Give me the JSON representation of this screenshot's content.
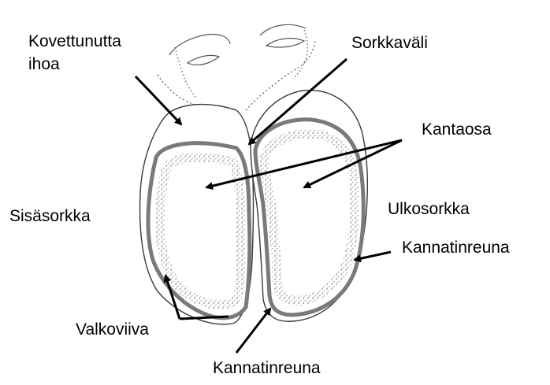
{
  "labels": {
    "kovettunutta": "Kovettunutta",
    "ihoa": "ihoa",
    "sorkkavali": "Sorkkaväli",
    "kantaosa": "Kantaosa",
    "sisasorkka": "Sisäsorkka",
    "ulkosorkka": "Ulkosorkka",
    "kannatinreuna_right": "Kannatinreuna",
    "valkoviiva": "Valkoviiva",
    "kannatinreuna_bottom": "Kannatinreuna"
  },
  "colors": {
    "outline": "#3a3a3a",
    "wall_band": "#7a7a7a",
    "stipple": "#9a9a9a",
    "arrow": "#000000",
    "background": "#ffffff"
  }
}
